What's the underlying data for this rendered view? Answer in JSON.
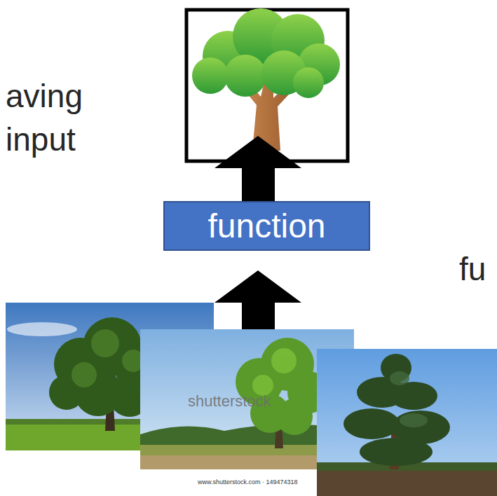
{
  "diagram": {
    "nodes": [
      {
        "text": [
          "function"
        ]
      }
    ],
    "labels": [
      "aving",
      "input",
      "fu",
      "shutterstock",
      "www.shutterstock.com · 149474318"
    ]
  }
}
